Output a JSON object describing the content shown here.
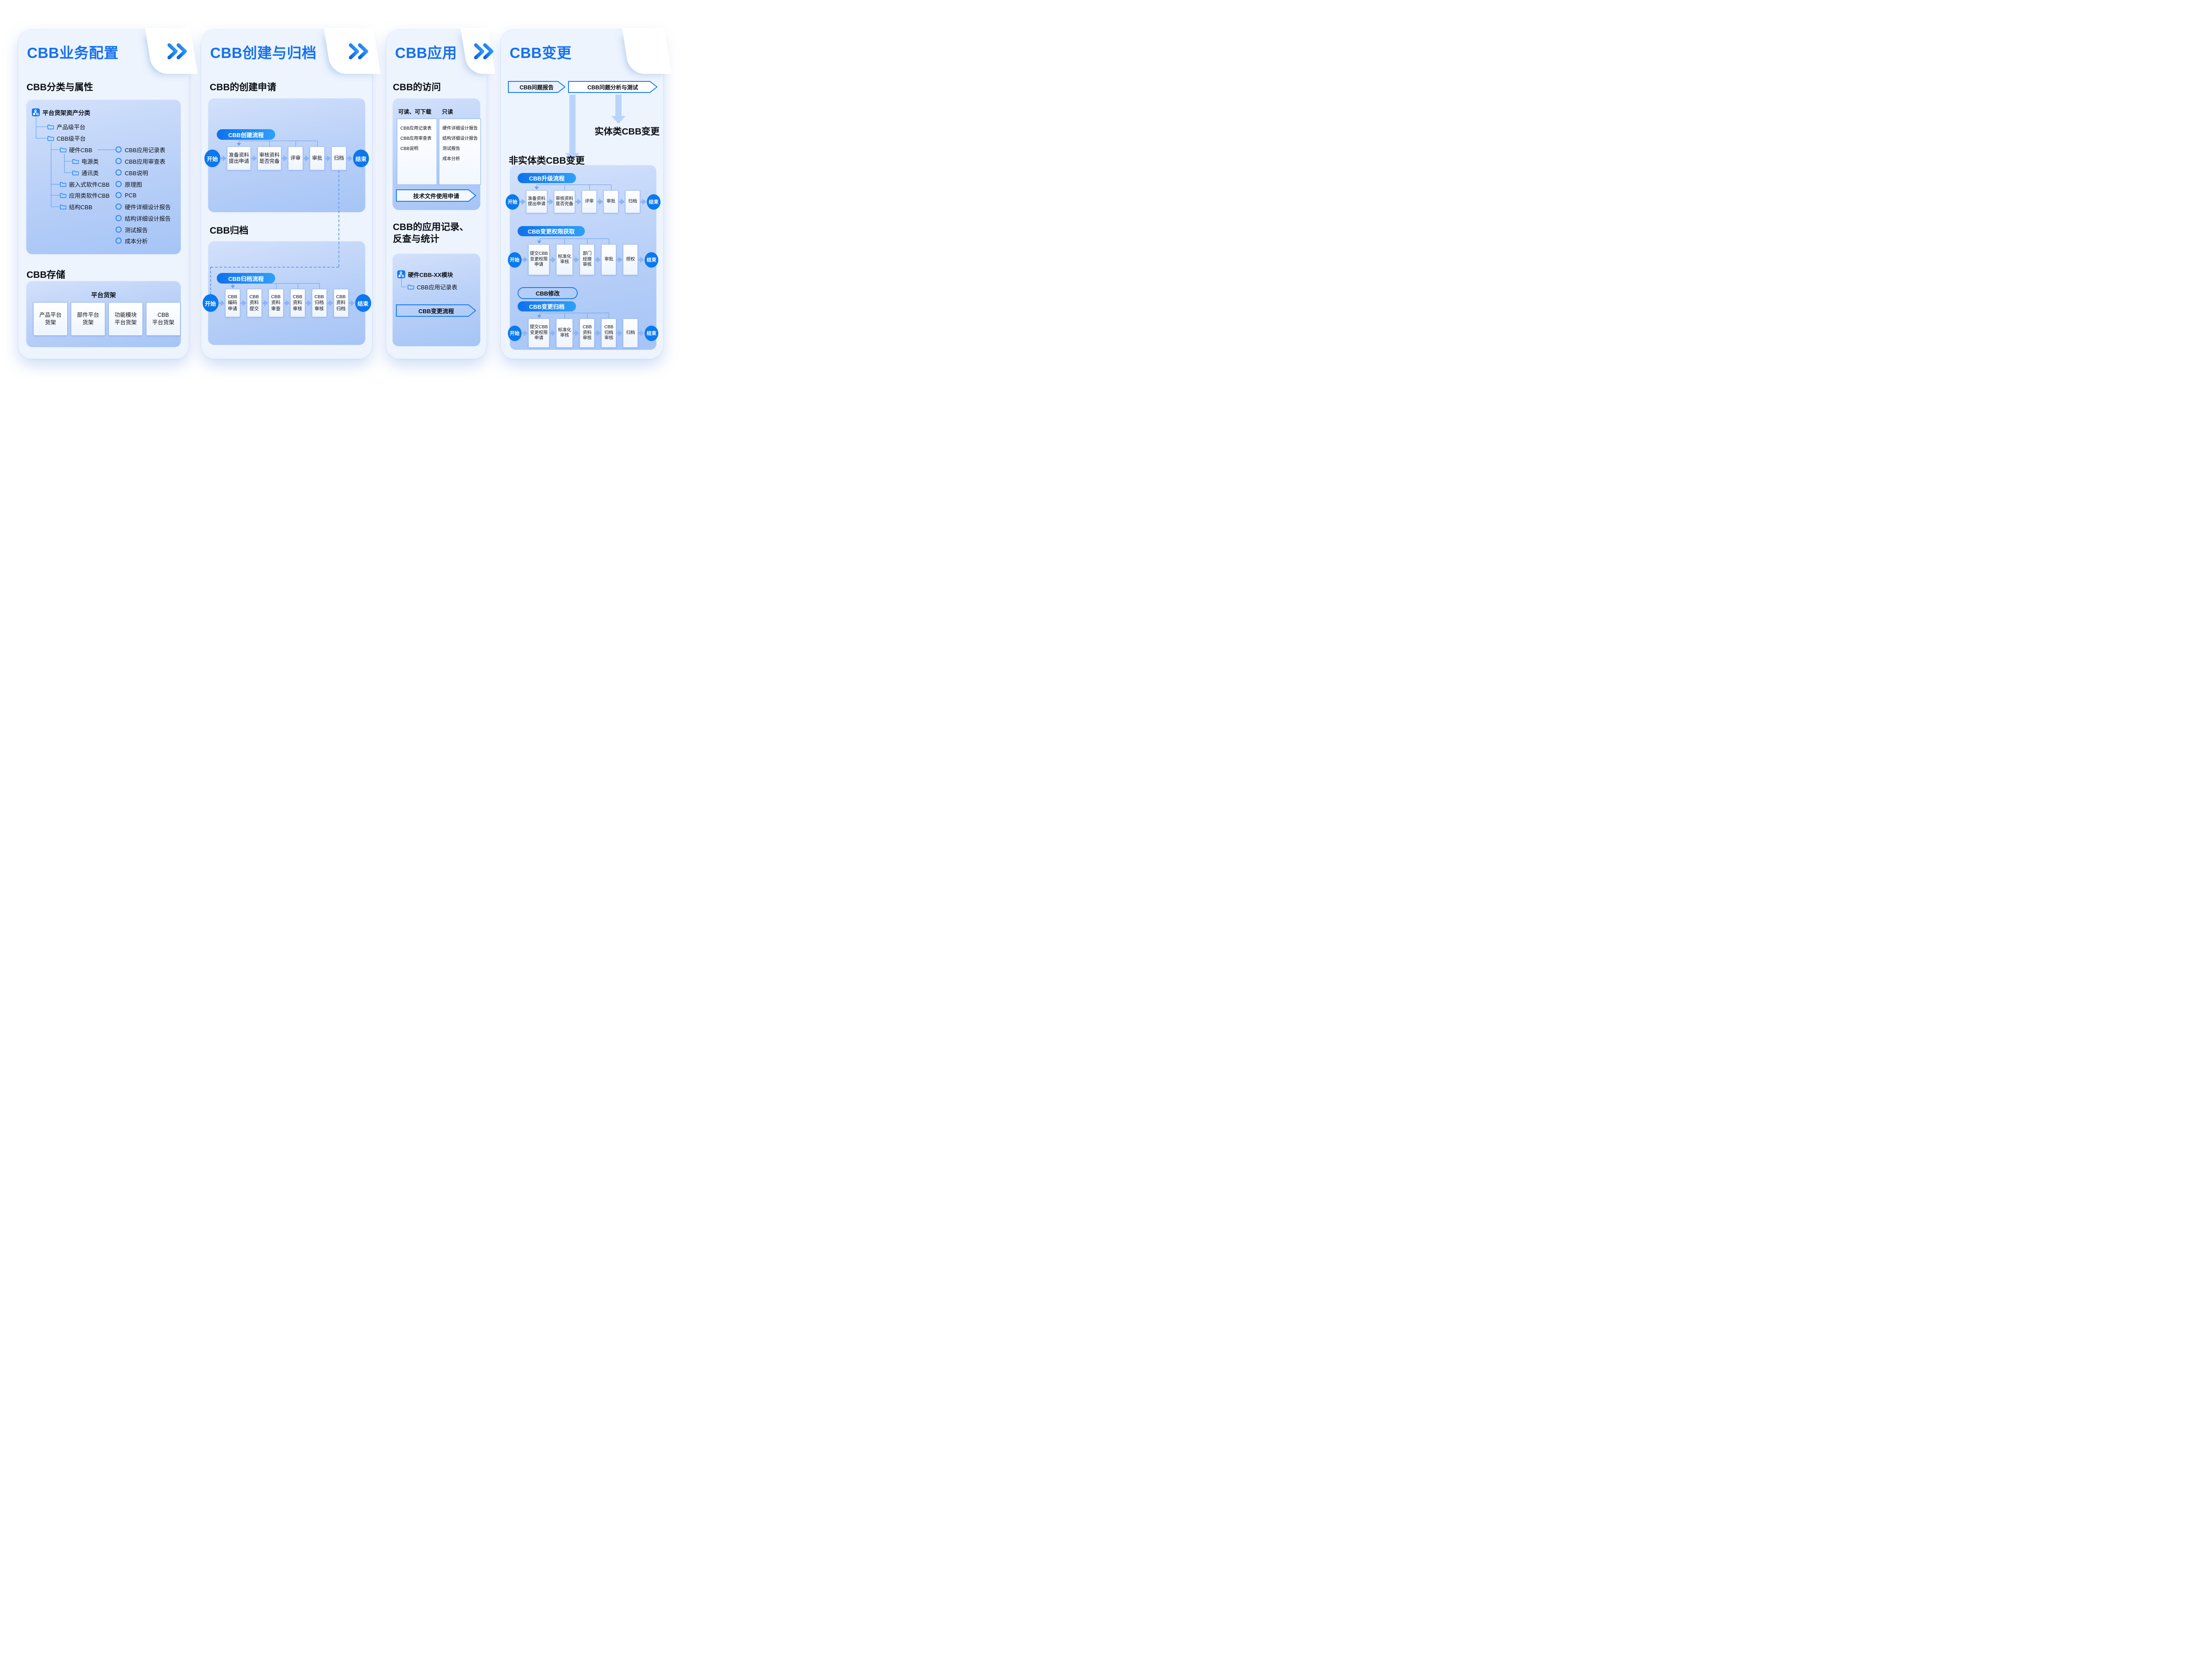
{
  "colors": {
    "accent_blue": "#1470ef",
    "process_node_blue": "#0b78f0",
    "panel_bg": "#edf4fe",
    "card_gradient_top": "#d3e1fb",
    "card_gradient_bottom": "#a5c4f6",
    "line_blue": "#5d9cf5",
    "banner_border": "#1b7df2",
    "pill_gradient": [
      "#0e72ec",
      "#2fa0f8"
    ]
  },
  "icons": {
    "chevron": "double-chevron-right",
    "tree_root": "network-node",
    "folder": "folder",
    "doc_bullet": "circle-ring"
  },
  "panels": {
    "p1": {
      "title": "CBB业务配置",
      "h1": "CBB分类与属性",
      "tree": {
        "root": "平台货架资产分类",
        "items": [
          "产品级平台",
          "CBB级平台",
          "硬件CBB",
          "电源类",
          "通讯类",
          "嵌入式软件CBB",
          "应用类软件CBB",
          "结构CBB"
        ],
        "docs": [
          "CBB应用记录表",
          "CBB应用审查表",
          "CBB说明",
          "原理图",
          "PCB",
          "硬件详细设计报告",
          "结构详细设计报告",
          "测试报告",
          "成本分析"
        ]
      },
      "h2": "CBB存储",
      "shelf_title": "平台货架",
      "shelves": [
        "产品平台\n货架",
        "部件平台\n货架",
        "功能模块\n平台货架",
        "CBB\n平台货架"
      ]
    },
    "p2": {
      "title": "CBB创建与归档",
      "h1": "CBB的创建申请",
      "pill1": "CBB创建流程",
      "flow1": {
        "start": "开始",
        "end": "结束",
        "steps": [
          "准备资料\n提出申请",
          "审核资料\n是否完备",
          "评审",
          "审批",
          "归档"
        ],
        "feedback_from": [
          1,
          2,
          3
        ],
        "feedback_to": 0
      },
      "h2": "CBB归档",
      "pill2": "CBB归档流程",
      "flow2": {
        "start": "开始",
        "end": "结束",
        "steps": [
          "CBB\n编码\n申请",
          "CBB\n资料\n提交",
          "CBB\n资料\n审查",
          "CBB\n资料\n审核",
          "CBB\n归档\n审核",
          "CBB\n资料\n归档"
        ],
        "feedback_from": [
          2,
          3,
          4
        ],
        "feedback_to": 0
      }
    },
    "p3": {
      "title": "CBB应用",
      "h1": "CBB的访问",
      "access": {
        "col1_label": "可读、可下载",
        "col1_items": [
          "CBB应用记录表",
          "CBB应用审查表",
          "CBB说明"
        ],
        "col2_label": "只读",
        "col2_items": [
          "硬件详细设计报告",
          "结构详细设计报告",
          "测试报告",
          "成本分析"
        ]
      },
      "banner1": "技术文件使用申请",
      "h2_line1": "CBB的应用记录、",
      "h2_line2": "反查与统计",
      "tree": {
        "root": "硬件CBB-XX模块",
        "child": "CBB应用记录表"
      },
      "banner2": "CBB变更流程"
    },
    "p4": {
      "title": "CBB变更",
      "banner1": "CBB问题报告",
      "banner2": "CBB问题分析与测试",
      "entity_label": "实体类CBB变更",
      "h1": "非实体类CBB变更",
      "pill1": "CBB升级流程",
      "flow1": {
        "start": "开始",
        "end": "结束",
        "steps": [
          "准备资料\n提出申请",
          "审核资料\n是否完备",
          "评审",
          "审批",
          "归档"
        ],
        "feedback_from": [
          1,
          2,
          3
        ],
        "feedback_to": 0
      },
      "pill2": "CBB变更权限获取",
      "flow2": {
        "start": "开始",
        "end": "结束",
        "steps": [
          "提交CBB\n变更权限\n申请",
          "标准化\n审核",
          "部门\n经理\n审核",
          "审批",
          "授权"
        ],
        "feedback_from": [
          1,
          2,
          3
        ],
        "feedback_to": 0
      },
      "pill3": "CBB修改",
      "pill4": "CBB变更归档",
      "flow3": {
        "start": "开始",
        "end": "结束",
        "steps": [
          "提交CBB\n变更权限\n申请",
          "标准化\n审核",
          "CBB\n资料\n审核",
          "CBB\n归档\n审核",
          "归档"
        ],
        "feedback_from": [
          1,
          2,
          3
        ],
        "feedback_to": 0
      }
    }
  }
}
